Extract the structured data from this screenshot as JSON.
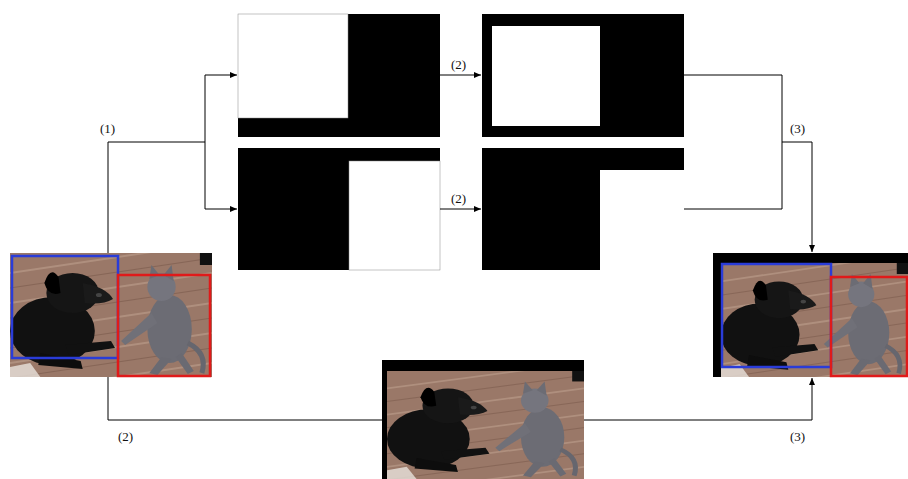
{
  "diagram": {
    "labels": [
      "(1)",
      "(2)",
      "(2)",
      "(3)",
      "(2)",
      "(3)"
    ]
  }
}
